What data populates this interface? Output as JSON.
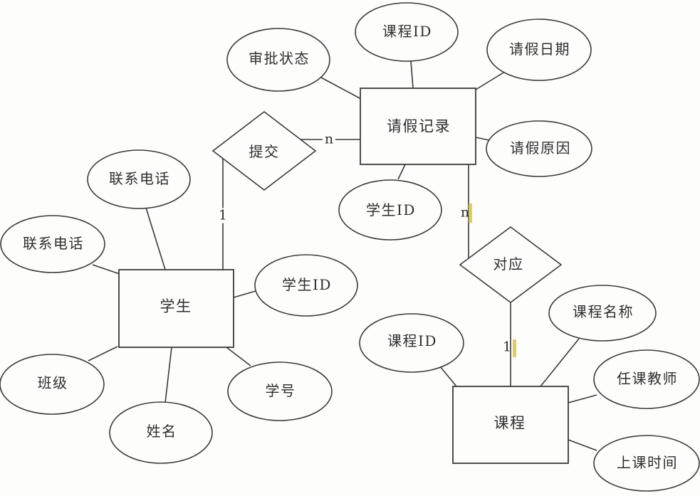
{
  "diagram": {
    "kind": "entity-relationship-diagram",
    "language": "zh-CN",
    "colors": {
      "line": "#3a3a3a",
      "text": "#2e2e2e",
      "background": "#fdfdfc",
      "highlight_mark": "#d8c640"
    },
    "structure": {
      "entity_attribute_map": {
        "请假记录": [
          "课程ID",
          "审批状态",
          "请假日期",
          "请假原因",
          "学生ID"
        ],
        "学生": [
          "联系电话",
          "联系电话",
          "学生ID",
          "班级",
          "姓名",
          "学号"
        ],
        "课程": [
          "课程ID",
          "课程名称",
          "任课教师",
          "上课时间"
        ]
      },
      "relationship_map": [
        {
          "relationship": "提交",
          "between": [
            "学生",
            "请假记录"
          ],
          "cardinality": "1:n"
        },
        {
          "relationship": "对应",
          "between": [
            "请假记录",
            "课程"
          ],
          "cardinality": "n:1"
        }
      ]
    }
  },
  "entities": {
    "leave_record": {
      "label": "请假记录"
    },
    "student": {
      "label": "学生"
    },
    "course": {
      "label": "课程"
    }
  },
  "relationships": {
    "submit": {
      "label": "提交",
      "cardinality_student_side": "1",
      "cardinality_record_side": "n"
    },
    "correspond": {
      "label": "对应",
      "cardinality_record_side": "n",
      "cardinality_course_side": "1"
    }
  },
  "attributes": {
    "course_id_top": {
      "label": "课程ID"
    },
    "approval_status": {
      "label": "审批状态"
    },
    "leave_date": {
      "label": "请假日期"
    },
    "leave_reason": {
      "label": "请假原因"
    },
    "student_id_record": {
      "label": "学生ID"
    },
    "contact_phone_top": {
      "label": "联系电话"
    },
    "contact_phone_left": {
      "label": "联系电话"
    },
    "student_id_student": {
      "label": "学生ID"
    },
    "class_name": {
      "label": "班级"
    },
    "person_name": {
      "label": "姓名"
    },
    "student_no": {
      "label": "学号"
    },
    "course_id": {
      "label": "课程ID"
    },
    "course_name": {
      "label": "课程名称"
    },
    "teacher": {
      "label": "任课教师"
    },
    "class_time": {
      "label": "上课时间"
    }
  }
}
